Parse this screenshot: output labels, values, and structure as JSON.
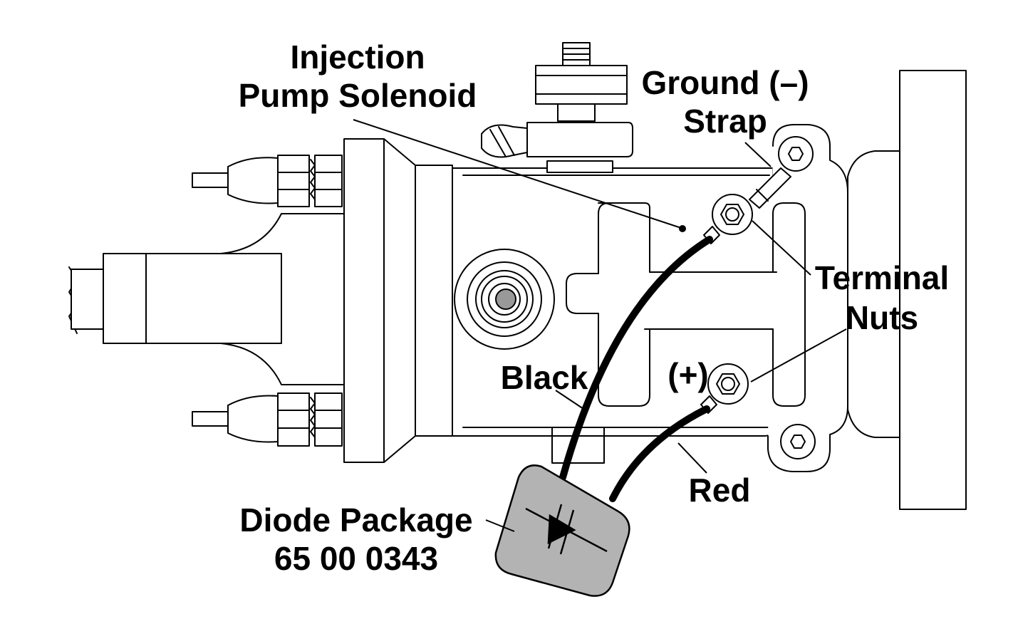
{
  "labels": {
    "injection_line1": "Injection",
    "injection_line2": "Pump Solenoid",
    "ground_line1": "Ground (–)",
    "ground_line2": "Strap",
    "terminal_line1": "Terminal",
    "terminal_line2": "Nuts",
    "plus": "(+)",
    "black": "Black",
    "red": "Red",
    "diode_line1": "Diode Package",
    "diode_line2": "65 00 0343"
  },
  "colors": {
    "ink": "#000000",
    "diode_fill": "#b3b3b3",
    "hub_fill": "#999999",
    "background": "#ffffff"
  }
}
